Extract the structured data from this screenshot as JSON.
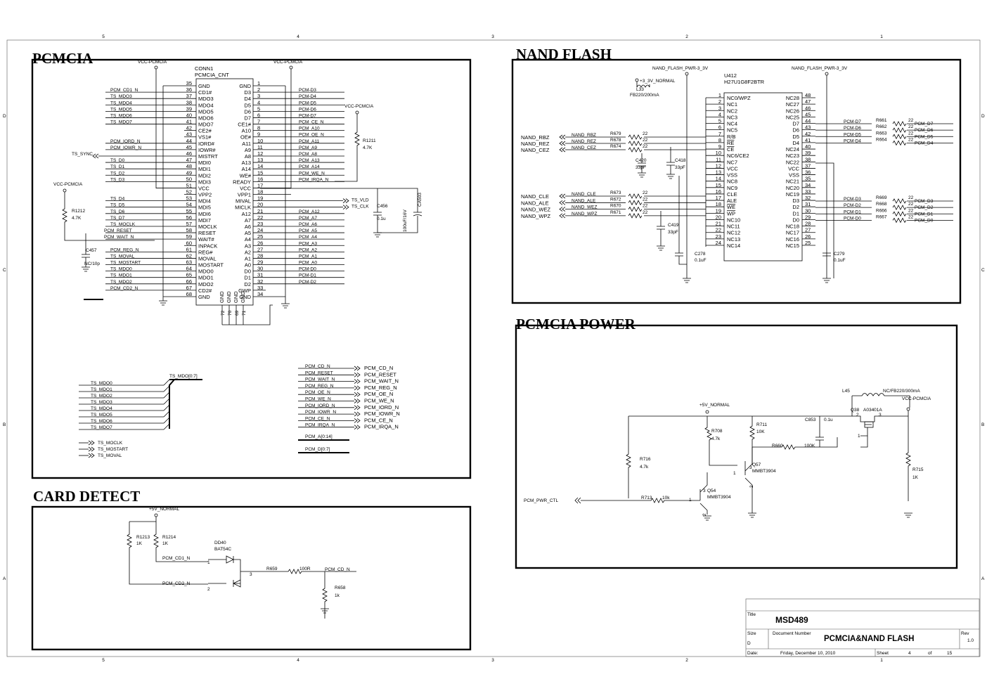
{
  "sheet": {
    "zone_cols": [
      "5",
      "4",
      "3",
      "2",
      "1"
    ],
    "zone_rows": [
      "D",
      "C",
      "B",
      "A"
    ]
  },
  "sections": {
    "pcmcia": "PCMCIA",
    "nand": "NAND FLASH",
    "power": "PCMCIA POWER",
    "card": "CARD DETECT"
  },
  "pcmcia": {
    "ref": "CONN1",
    "part": "PCMCIA_CNT",
    "vcc_left": "VCC-PCMCIA",
    "vcc_right": "VCC-PCMCIA",
    "vcc_r": "VCC-PCMCIA",
    "vcc_side": "VCC-PCMCIA",
    "left_pins": [
      {
        "num": "35",
        "name": "GND",
        "net": ""
      },
      {
        "num": "36",
        "name": "CD1#",
        "net": "PCM_CD1_N"
      },
      {
        "num": "37",
        "name": "MDO3",
        "net": "TS_MDO3"
      },
      {
        "num": "38",
        "name": "MDO4",
        "net": "TS_MDO4"
      },
      {
        "num": "39",
        "name": "MDO5",
        "net": "TS_MDO5"
      },
      {
        "num": "40",
        "name": "MDO6",
        "net": "TS_MDO6"
      },
      {
        "num": "41",
        "name": "MDO7",
        "net": "TS_MDO7"
      },
      {
        "num": "42",
        "name": "CE2#",
        "net": ""
      },
      {
        "num": "43",
        "name": "VS1#",
        "net": ""
      },
      {
        "num": "44",
        "name": "IORD#",
        "net": "PCM_IORD_N"
      },
      {
        "num": "45",
        "name": "IOWR#",
        "net": "PCM_IOWR_N"
      },
      {
        "num": "46",
        "name": "MISTRT",
        "net": "TS_SYNC"
      },
      {
        "num": "47",
        "name": "MDI0",
        "net": "TS_D0"
      },
      {
        "num": "48",
        "name": "MDI1",
        "net": "TS_D1"
      },
      {
        "num": "49",
        "name": "MDI2",
        "net": "TS_D2"
      },
      {
        "num": "50",
        "name": "MDI3",
        "net": "TS_D3"
      },
      {
        "num": "51",
        "name": "VCC",
        "net": ""
      },
      {
        "num": "52",
        "name": "VPP2",
        "net": ""
      },
      {
        "num": "53",
        "name": "MDI4",
        "net": "TS_D4"
      },
      {
        "num": "54",
        "name": "MDI5",
        "net": "TS_D5"
      },
      {
        "num": "55",
        "name": "MDI6",
        "net": "TS_D6"
      },
      {
        "num": "56",
        "name": "MDI7",
        "net": "TS_D7"
      },
      {
        "num": "57",
        "name": "MOCLK",
        "net": "TS_MOCLK"
      },
      {
        "num": "58",
        "name": "RESET",
        "net": "PCM_RESET"
      },
      {
        "num": "59",
        "name": "WAIT#",
        "net": "PCM_WAIT_N"
      },
      {
        "num": "60",
        "name": "INPACK",
        "net": ""
      },
      {
        "num": "61",
        "name": "REG#",
        "net": "PCM_REG_N"
      },
      {
        "num": "62",
        "name": "MOVAL",
        "net": "TS_MOVAL"
      },
      {
        "num": "63",
        "name": "MOSTART",
        "net": "TS_MOSTART"
      },
      {
        "num": "64",
        "name": "MDO0",
        "net": "TS_MDO0"
      },
      {
        "num": "65",
        "name": "MDO1",
        "net": "TS_MDO1"
      },
      {
        "num": "66",
        "name": "MDO2",
        "net": "TS_MDO2"
      },
      {
        "num": "67",
        "name": "CD2#",
        "net": "PCM_CD2_N"
      },
      {
        "num": "68",
        "name": "GND",
        "net": ""
      }
    ],
    "right_pins": [
      {
        "num": "1",
        "name": "GND",
        "net": ""
      },
      {
        "num": "2",
        "name": "D3",
        "net": "PCM-D3"
      },
      {
        "num": "3",
        "name": "D4",
        "net": "PCM-D4"
      },
      {
        "num": "4",
        "name": "D5",
        "net": "PCM-D5"
      },
      {
        "num": "5",
        "name": "D6",
        "net": "PCM-D6"
      },
      {
        "num": "6",
        "name": "D7",
        "net": "PCM-D7"
      },
      {
        "num": "7",
        "name": "CE1#",
        "net": "PCM_CE_N"
      },
      {
        "num": "8",
        "name": "A10",
        "net": "PCM_A10"
      },
      {
        "num": "9",
        "name": "OE#",
        "net": "PCM_OE_N"
      },
      {
        "num": "10",
        "name": "A11",
        "net": "PCM_A11"
      },
      {
        "num": "11",
        "name": "A9",
        "net": "PCM_A9"
      },
      {
        "num": "12",
        "name": "A8",
        "net": "PCM_A8"
      },
      {
        "num": "13",
        "name": "A13",
        "net": "PCM_A13"
      },
      {
        "num": "14",
        "name": "A14",
        "net": "PCM_A14"
      },
      {
        "num": "15",
        "name": "WE#",
        "net": "PCM_WE_N"
      },
      {
        "num": "16",
        "name": "READY",
        "net": "PCM_IRQA_N"
      },
      {
        "num": "17",
        "name": "VCC",
        "net": ""
      },
      {
        "num": "18",
        "name": "VPP1",
        "net": ""
      },
      {
        "num": "19",
        "name": "MIVAL",
        "net": "TS_VLD"
      },
      {
        "num": "20",
        "name": "MICLK",
        "net": "TS_CLK"
      },
      {
        "num": "21",
        "name": "A12",
        "net": "PCM_A12"
      },
      {
        "num": "22",
        "name": "A7",
        "net": "PCM_A7"
      },
      {
        "num": "23",
        "name": "A6",
        "net": "PCM_A6"
      },
      {
        "num": "24",
        "name": "A5",
        "net": "PCM_A5"
      },
      {
        "num": "25",
        "name": "A4",
        "net": "PCM_A4"
      },
      {
        "num": "26",
        "name": "A3",
        "net": "PCM_A3"
      },
      {
        "num": "27",
        "name": "A2",
        "net": "PCM_A2"
      },
      {
        "num": "28",
        "name": "A1",
        "net": "PCM_A1"
      },
      {
        "num": "29",
        "name": "A0",
        "net": "PCM_A0"
      },
      {
        "num": "30",
        "name": "D0",
        "net": "PCM-D0"
      },
      {
        "num": "31",
        "name": "D1",
        "net": "PCM-D1"
      },
      {
        "num": "32",
        "name": "D2",
        "net": "PCM-D2"
      },
      {
        "num": "33",
        "name": "GWP",
        "net": ""
      },
      {
        "num": "34",
        "name": "GND",
        "net": ""
      }
    ],
    "bottom_gnd": [
      "GND",
      "GND",
      "GND",
      "GND"
    ],
    "bottom_nums": [
      "72",
      "70",
      "69",
      "71"
    ],
    "r1211": {
      "ref": "R1211",
      "val": "4.7K"
    },
    "r1212": {
      "ref": "R1212",
      "val": "4.7K"
    },
    "c456": {
      "ref": "C456",
      "val": "0.1u"
    },
    "ca503": {
      "ref": "CA503",
      "val": "100uF/16V"
    },
    "c457": {
      "ref": "C457",
      "val": "NC/10p"
    },
    "mdo_bus": "TS_MDO[0:7]",
    "mdo_list": [
      "TS_MDO0",
      "TS_MDO1",
      "TS_MDO2",
      "TS_MDO3",
      "TS_MDO4",
      "TS_MDO5",
      "TS_MDO6",
      "TS_MDO7"
    ],
    "mo_ports": [
      "TS_MOCLK",
      "TS_MOSTART",
      "TS_MOVAL"
    ],
    "ctrl_nets": [
      "PCM_CD_N",
      "PCM_RESET",
      "PCM_WAIT_N",
      "PCM_REG_N",
      "PCM_OE_N",
      "PCM_WE_N",
      "PCM_IORD_N",
      "PCM_IOWR_N",
      "PCM_CE_N",
      "PCM_IRQA_N"
    ],
    "ctrl_ports": [
      "PCM_CD_N",
      "PCM_RESET",
      "PCM_WAIT_N",
      "PCM_REG_N",
      "PCM_OE_N",
      "PCM_WE_N",
      "PCM_IORD_N",
      "PCM_IOWR_N",
      "PCM_CE_N",
      "PCM_IRQA_N"
    ],
    "bus_a": "PCM_A[0:14]",
    "bus_d": "PCM_D[0:7]"
  },
  "nand": {
    "pwr_left": "NAND_FLASH_PWR-3_3V",
    "pwr_right": "NAND_FLASH_PWR-3_3V",
    "v33": "+3_3V_NORMAL",
    "l33": {
      "ref": "L33",
      "val": "FB220/200mA"
    },
    "ref": "U412",
    "part": "H27U1G8F2BTR",
    "left_pins": [
      {
        "num": "1",
        "name": "NC0/WPZ"
      },
      {
        "num": "2",
        "name": "NC1"
      },
      {
        "num": "3",
        "name": "NC2"
      },
      {
        "num": "4",
        "name": "NC3"
      },
      {
        "num": "5",
        "name": "NC4"
      },
      {
        "num": "6",
        "name": "NC5"
      },
      {
        "num": "7",
        "name": "R/B"
      },
      {
        "num": "8",
        "name": "RE"
      },
      {
        "num": "9",
        "name": "CE"
      },
      {
        "num": "10",
        "name": "NC6/CE2"
      },
      {
        "num": "11",
        "name": "NC7"
      },
      {
        "num": "12",
        "name": "VCC"
      },
      {
        "num": "13",
        "name": "VSS"
      },
      {
        "num": "14",
        "name": "NC8"
      },
      {
        "num": "15",
        "name": "NC9"
      },
      {
        "num": "16",
        "name": "CLE"
      },
      {
        "num": "17",
        "name": "ALE"
      },
      {
        "num": "18",
        "name": "WE"
      },
      {
        "num": "19",
        "name": "WP"
      },
      {
        "num": "20",
        "name": "NC10"
      },
      {
        "num": "21",
        "name": "NC11"
      },
      {
        "num": "22",
        "name": "NC12"
      },
      {
        "num": "23",
        "name": "NC13"
      },
      {
        "num": "24",
        "name": "NC14"
      }
    ],
    "right_pins": [
      {
        "num": "48",
        "name": "NC28"
      },
      {
        "num": "47",
        "name": "NC27"
      },
      {
        "num": "46",
        "name": "NC26"
      },
      {
        "num": "45",
        "name": "NC25"
      },
      {
        "num": "44",
        "name": "D7"
      },
      {
        "num": "43",
        "name": "D6"
      },
      {
        "num": "42",
        "name": "D5"
      },
      {
        "num": "41",
        "name": "D4"
      },
      {
        "num": "40",
        "name": "NC24"
      },
      {
        "num": "39",
        "name": "NC23"
      },
      {
        "num": "38",
        "name": "NC22"
      },
      {
        "num": "37",
        "name": "VCC"
      },
      {
        "num": "36",
        "name": "VSS"
      },
      {
        "num": "35",
        "name": "NC21"
      },
      {
        "num": "34",
        "name": "NC20"
      },
      {
        "num": "33",
        "name": "NC19"
      },
      {
        "num": "32",
        "name": "D3"
      },
      {
        "num": "31",
        "name": "D2"
      },
      {
        "num": "30",
        "name": "D1"
      },
      {
        "num": "29",
        "name": "D0"
      },
      {
        "num": "28",
        "name": "NC18"
      },
      {
        "num": "27",
        "name": "NC17"
      },
      {
        "num": "26",
        "name": "NC16"
      },
      {
        "num": "25",
        "name": "NC15"
      }
    ],
    "ctrl_a": [
      {
        "port": "NAND_RBZ",
        "net": "NAND_RBZ",
        "ref": "R679",
        "val": "22"
      },
      {
        "port": "NAND_REZ",
        "net": "NAND_REZ",
        "ref": "R678",
        "val": "22"
      },
      {
        "port": "NAND_CEZ",
        "net": "NAND_CEZ",
        "ref": "R674",
        "val": "22"
      }
    ],
    "ctrl_b": [
      {
        "port": "NAND_CLE",
        "net": "NAND_CLE",
        "ref": "R673",
        "val": "22"
      },
      {
        "port": "NAND_ALE",
        "net": "NAND_ALE",
        "ref": "R672",
        "val": "22"
      },
      {
        "port": "NAND_WEZ",
        "net": "NAND_WEZ",
        "ref": "R670",
        "val": "22"
      },
      {
        "port": "NAND_WPZ",
        "net": "NAND_WPZ",
        "ref": "R671",
        "val": "22"
      }
    ],
    "data_hi": [
      {
        "in": "PCM-D7",
        "ref": "R661",
        "val": "22",
        "out": "PCM_D7"
      },
      {
        "in": "PCM-D6",
        "ref": "R662",
        "val": "22",
        "out": "PCM_D6"
      },
      {
        "in": "PCM-D5",
        "ref": "R663",
        "val": "22",
        "out": "PCM_D5"
      },
      {
        "in": "PCM-D4",
        "ref": "R664",
        "val": "22",
        "out": "PCM_D4"
      }
    ],
    "data_lo": [
      {
        "in": "PCM-D3",
        "ref": "R669",
        "val": "22",
        "out": "PCM_D3"
      },
      {
        "in": "PCM-D2",
        "ref": "R668",
        "val": "22",
        "out": "PCM_D2"
      },
      {
        "in": "PCM-D1",
        "ref": "R666",
        "val": "22",
        "out": "PCM_D1"
      },
      {
        "in": "PCM-D0",
        "ref": "R667",
        "val": "22",
        "out": "PCM_D0"
      }
    ],
    "c420": {
      "ref": "C420",
      "val": "33pF"
    },
    "c418": {
      "ref": "C418",
      "val": "33pF"
    },
    "c419": {
      "ref": "C419",
      "val": "33pF"
    },
    "c278": {
      "ref": "C278",
      "val": "0.1uF"
    },
    "c279": {
      "ref": "C279",
      "val": "0.1uF"
    }
  },
  "power": {
    "l45": {
      "ref": "L45",
      "val": "NC/FB220/300mA"
    },
    "vcc": "VCC-PCMCIA",
    "v5": "+5V_NORMAL",
    "q38": {
      "ref": "Q38",
      "val": "A03401A"
    },
    "c853": {
      "ref": "C853",
      "val": "0.1u"
    },
    "r708": {
      "ref": "R708",
      "val": "4.7k"
    },
    "r711": {
      "ref": "R711",
      "val": "10K"
    },
    "r660": {
      "ref": "R660",
      "val": "100K"
    },
    "r716": {
      "ref": "R716",
      "val": "4.7k"
    },
    "q57": {
      "ref": "Q57",
      "val": "MMBT3904"
    },
    "q54": {
      "ref": "Q54",
      "val": "MMBT3904"
    },
    "r715": {
      "ref": "R715",
      "val": "1K"
    },
    "r713": {
      "ref": "R713",
      "val": "10k"
    },
    "port": "PCM_PWR_CTL",
    "pin_labels": [
      "2",
      "3",
      "1",
      "1",
      "3",
      "2",
      "1",
      "3",
      "2"
    ]
  },
  "card": {
    "v5": "+5V_NORMAL",
    "r1213": {
      "ref": "R1213",
      "val": "1K"
    },
    "r1214": {
      "ref": "R1214",
      "val": "1K"
    },
    "dd40": {
      "ref": "DD40",
      "val": "BAT54C"
    },
    "cd1": "PCM_CD1_N",
    "cd2": "PCM_CD2_N",
    "r659": {
      "ref": "R659",
      "val": "100R"
    },
    "cdn": "PCM_CD_N",
    "r658": {
      "ref": "R658",
      "val": "1k"
    },
    "pins": [
      "1",
      "2",
      "3"
    ]
  },
  "title_block": {
    "title_label": "Title",
    "title": "MSD489",
    "size_label": "Size",
    "size": "D",
    "docnum_label": "Document Number",
    "docnum": "PCMCIA&NAND FLASH",
    "rev_label": "Rev",
    "rev": "1.0",
    "date_label": "Date:",
    "date": "Friday, December 10, 2010",
    "sheet_label": "Sheet",
    "sheet": "4",
    "of_label": "of",
    "of": "15"
  }
}
